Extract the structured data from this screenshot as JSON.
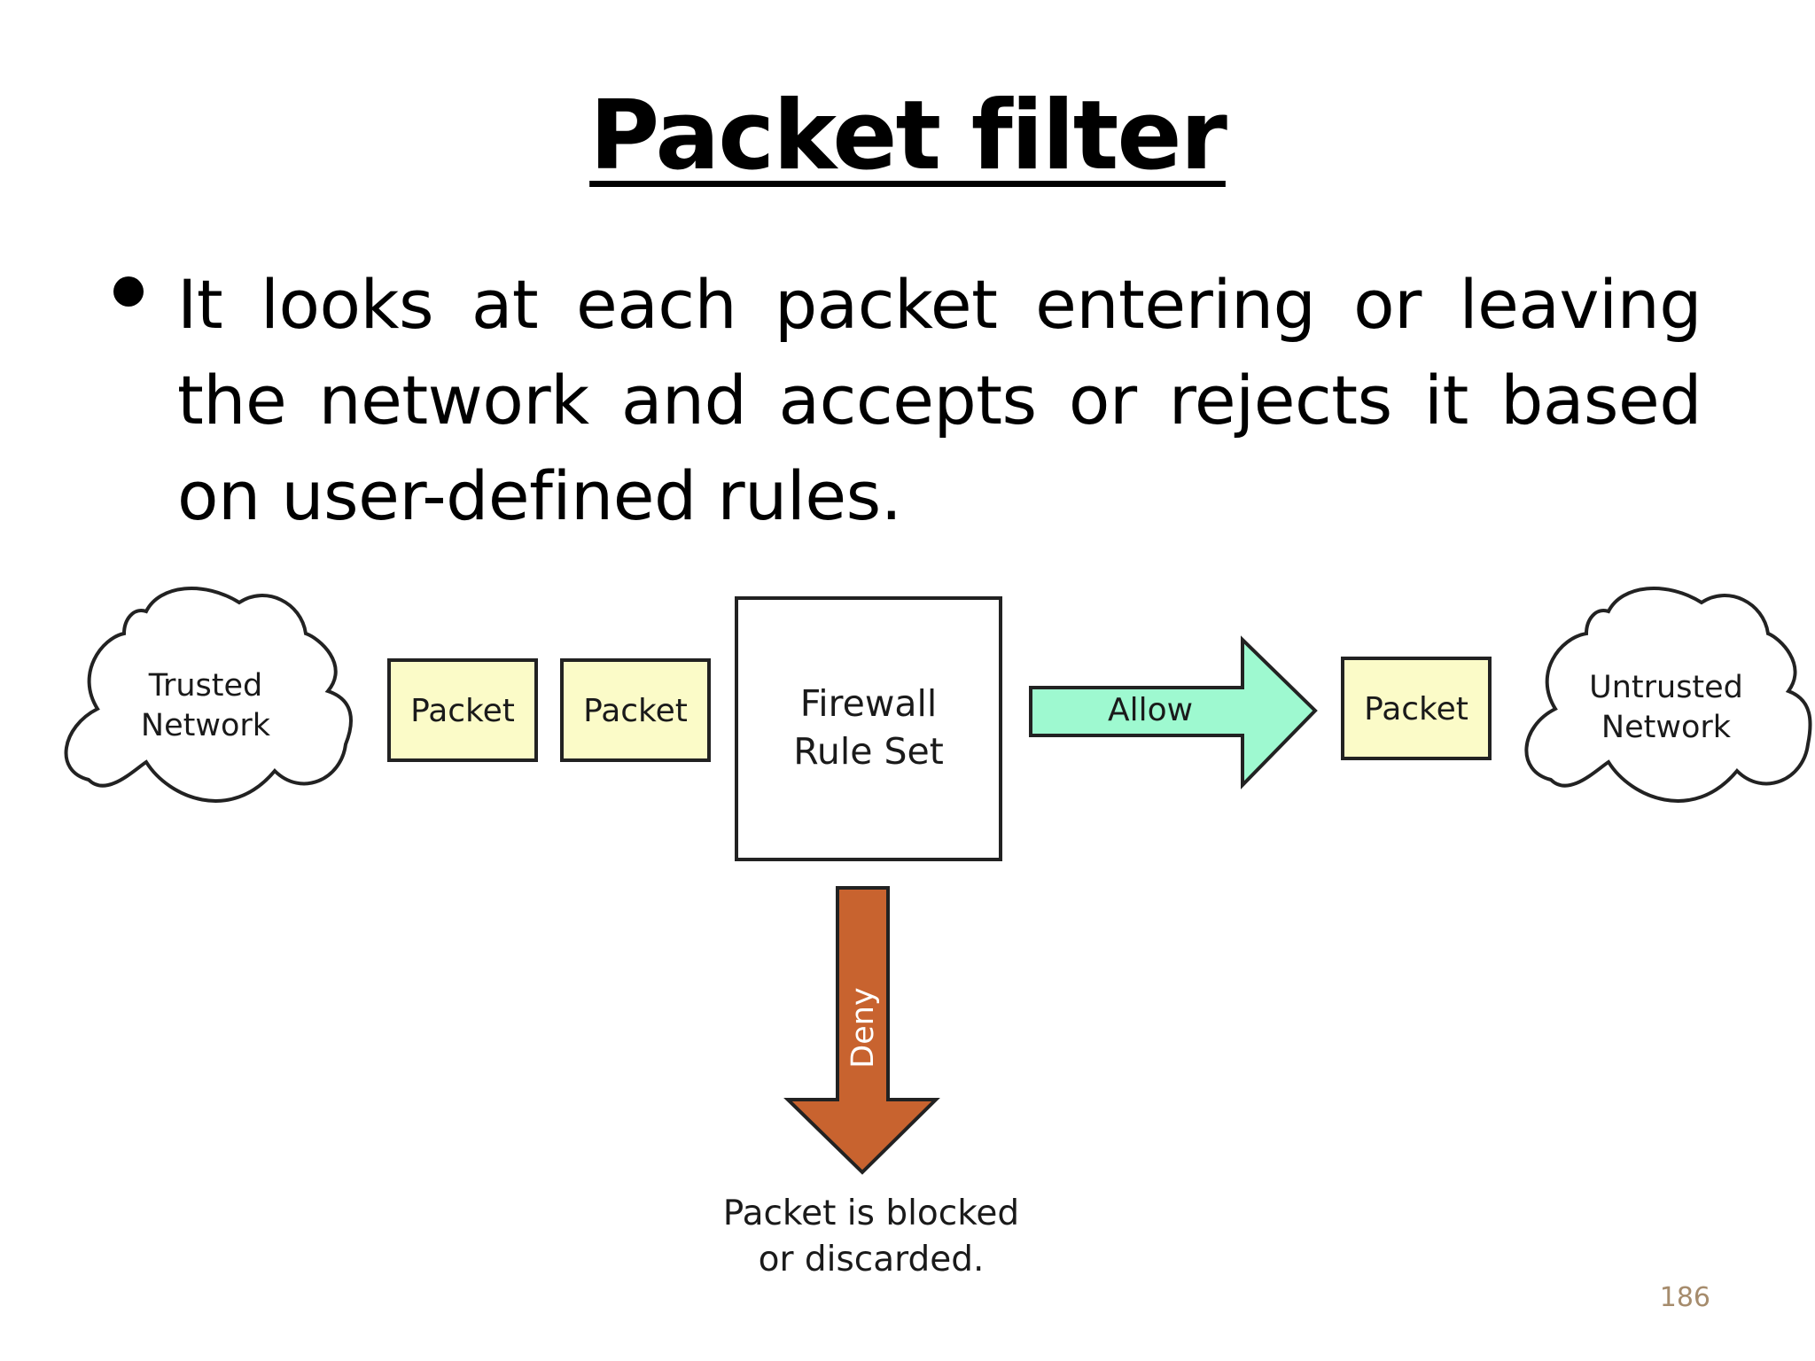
{
  "slide": {
    "title": "Packet filter",
    "bullet": "It looks at each packet entering or leaving the network and accepts or rejects it based on user-defined rules.",
    "page_number": "186"
  },
  "diagram": {
    "trusted_network": [
      "Trusted",
      "Network"
    ],
    "untrusted_network": [
      "Untrusted",
      "Network"
    ],
    "packet_label": "Packet",
    "firewall": [
      "Firewall",
      "Rule Set"
    ],
    "allow_label": "Allow",
    "deny_label": "Deny",
    "blocked_note": [
      "Packet is blocked",
      "or discarded."
    ],
    "colors": {
      "packet_fill": "#fbfbc8",
      "allow_fill": "#9ef9d0",
      "deny_fill": "#c8632f",
      "outline": "#222222"
    }
  }
}
